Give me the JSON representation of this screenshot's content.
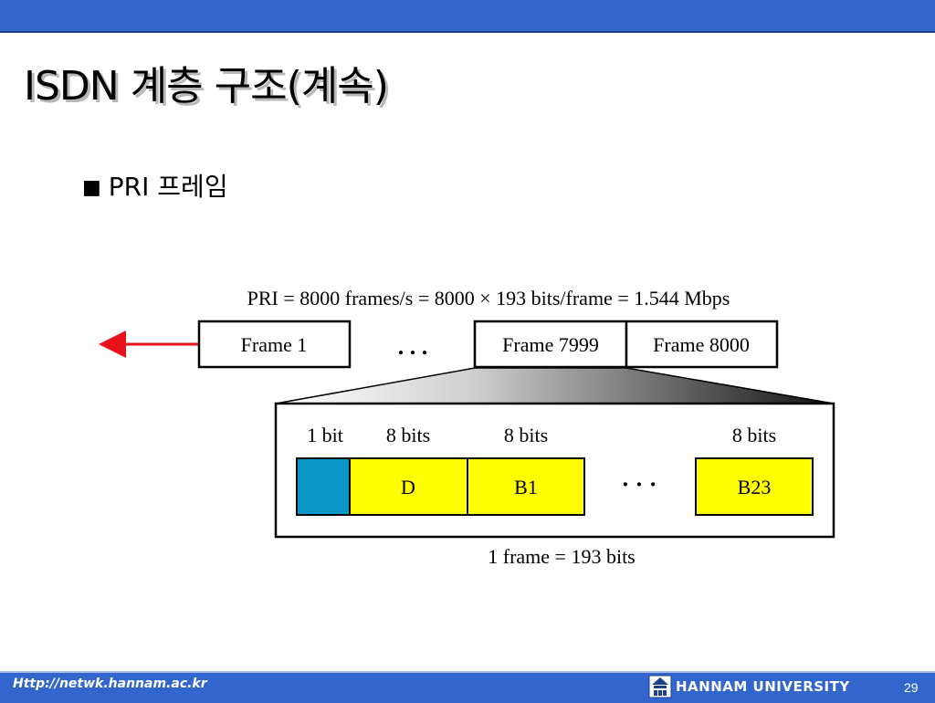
{
  "slide": {
    "title": "ISDN 계층 구조(계속)",
    "bullet_mark": "■",
    "bullet_text": "PRI 프레임"
  },
  "diagram": {
    "formula": "PRI = 8000 frames/s = 8000 × 193 bits/frame = 1.544 Mbps",
    "frames": {
      "first": "Frame 1",
      "ellipsis": ". . .",
      "second_last": "Frame 7999",
      "last": "Frame 8000"
    },
    "field_sizes": {
      "f_bit": "1 bit",
      "d": "8 bits",
      "b1": "8 bits",
      "b23": "8 bits"
    },
    "fields": {
      "d": "D",
      "b1": "B1",
      "ellipsis": "· · ·",
      "b23": "B23"
    },
    "frame_length": "1 frame = 193 bits",
    "colors": {
      "arrow": "#e8131a",
      "framing_bit": "#0a96c6",
      "channel": "#ffff00"
    }
  },
  "footer": {
    "url": "Http://netwk.hannam.ac.kr",
    "university": "HANNAM  UNIVERSITY",
    "page_number": "29",
    "logo_icon": "hannam-emblem-icon"
  }
}
